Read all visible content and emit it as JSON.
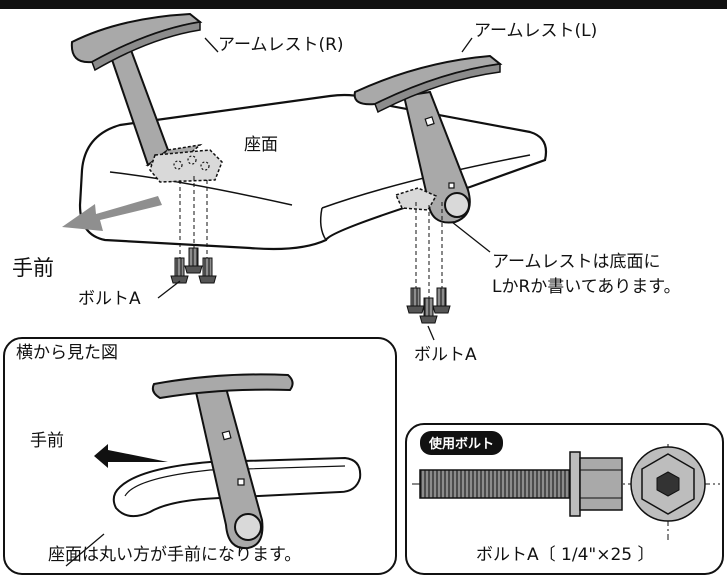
{
  "labels": {
    "armrest_right": "アームレスト(R)",
    "armrest_left": "アームレスト(L)",
    "seat_surface": "座面",
    "front": "手前",
    "bolt_a_left": "ボルトA",
    "bolt_a_right": "ボルトA",
    "armrest_note_line1": "アームレストは底面に",
    "armrest_note_line2": "LかRか書いてあります。"
  },
  "side_view": {
    "title": "横から見た図",
    "front_label": "手前",
    "note": "座面は丸い方が手前になります。"
  },
  "bolt_detail": {
    "badge": "使用ボルト",
    "caption": "ボルトA〔 1/4\"×25 〕"
  },
  "colors": {
    "line": "#111111",
    "part_fill": "#a9a9a9",
    "part_fill_dark": "#8c8c8c",
    "arrow_fill": "#8f8f8f",
    "background": "#ffffff"
  }
}
